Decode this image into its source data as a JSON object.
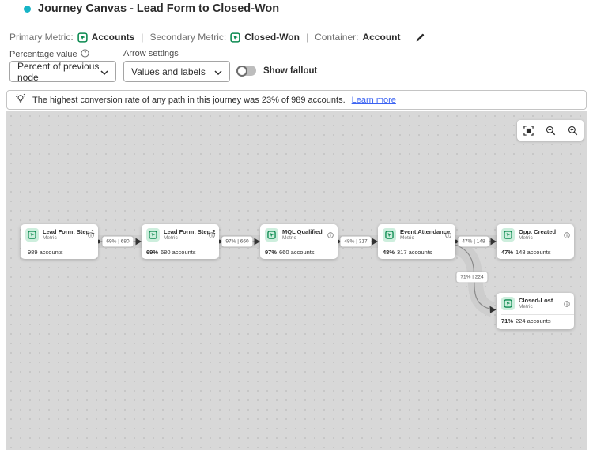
{
  "header": {
    "title": "Journey Canvas - Lead Form to Closed-Won"
  },
  "metrics_bar": {
    "primary_label": "Primary Metric:",
    "primary_value": "Accounts",
    "secondary_label": "Secondary Metric:",
    "secondary_value": "Closed-Won",
    "container_label": "Container:",
    "container_value": "Account",
    "separator": "|"
  },
  "controls": {
    "percentage_label": "Percentage value",
    "percentage_selected": "Percent of previous node",
    "arrow_label": "Arrow settings",
    "arrow_selected": "Values and labels",
    "fallout_label": "Show fallout",
    "fallout_state": "off"
  },
  "banner": {
    "text": "The highest conversion rate of any path in this journey was 23% of 989 accounts.",
    "link": "Learn more"
  },
  "canvas": {
    "toolbar": {
      "buttons": [
        "fit-to-screen",
        "zoom-out",
        "zoom-in"
      ]
    },
    "nodes": [
      {
        "title": "Lead Form: Step 1",
        "subtitle": "Metric",
        "percent": "",
        "value": "989 accounts"
      },
      {
        "title": "Lead Form: Step 2",
        "subtitle": "Metric",
        "percent": "69%",
        "value": "680 accounts"
      },
      {
        "title": "MQL Qualified",
        "subtitle": "Metric",
        "percent": "97%",
        "value": "660 accounts"
      },
      {
        "title": "Event Attendance",
        "subtitle": "Metric",
        "percent": "48%",
        "value": "317 accounts"
      },
      {
        "title": "Opp. Created",
        "subtitle": "Metric",
        "percent": "47%",
        "value": "148 accounts"
      },
      {
        "title": "Closed-Lost",
        "subtitle": "Metric",
        "percent": "71%",
        "value": "224 accounts"
      }
    ],
    "edges": [
      {
        "from": "Lead Form: Step 1",
        "to": "Lead Form: Step 2",
        "label": "69% | 680"
      },
      {
        "from": "Lead Form: Step 2",
        "to": "MQL Qualified",
        "label": "97% | 660"
      },
      {
        "from": "MQL Qualified",
        "to": "Event Attendance",
        "label": "48% | 317"
      },
      {
        "from": "Event Attendance",
        "to": "Opp. Created",
        "label": "47% | 148"
      },
      {
        "from": "Event Attendance",
        "to": "Closed-Lost",
        "label": "71% | 224"
      }
    ]
  },
  "colors": {
    "accent_teal": "#17b4c6",
    "metric_green": "#0b8a50",
    "metric_green_bg": "#cdeedd",
    "link_blue": "#3b63f3",
    "canvas_gray": "#d8d8d8"
  }
}
